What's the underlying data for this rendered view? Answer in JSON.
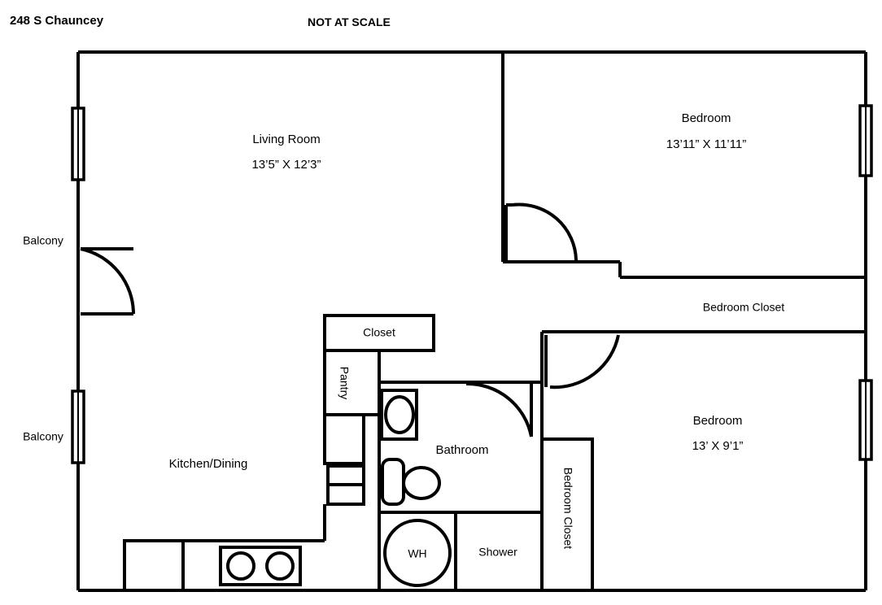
{
  "header": {
    "address": "248 S Chauncey",
    "scale_note": "NOT AT SCALE"
  },
  "rooms": [
    {
      "name": "Living Room",
      "dimensions": "13’5” X 12’3”"
    },
    {
      "name": "Bedroom",
      "dimensions": "13’11” X 11’11”"
    },
    {
      "name": "Bedroom",
      "dimensions": "13’ X 9’1”"
    },
    {
      "name": "Kitchen/Dining",
      "dimensions": ""
    },
    {
      "name": "Bathroom",
      "dimensions": ""
    }
  ],
  "features": {
    "balcony_upper": "Balcony",
    "balcony_lower": "Balcony",
    "closet": "Closet",
    "pantry": "Pantry",
    "bedroom_closet_upper": "Bedroom Closet",
    "bedroom_closet_lower": "Bedroom Closet",
    "water_heater": "WH",
    "shower": "Shower"
  },
  "colors": {
    "wall": "#000000",
    "background": "#ffffff"
  }
}
